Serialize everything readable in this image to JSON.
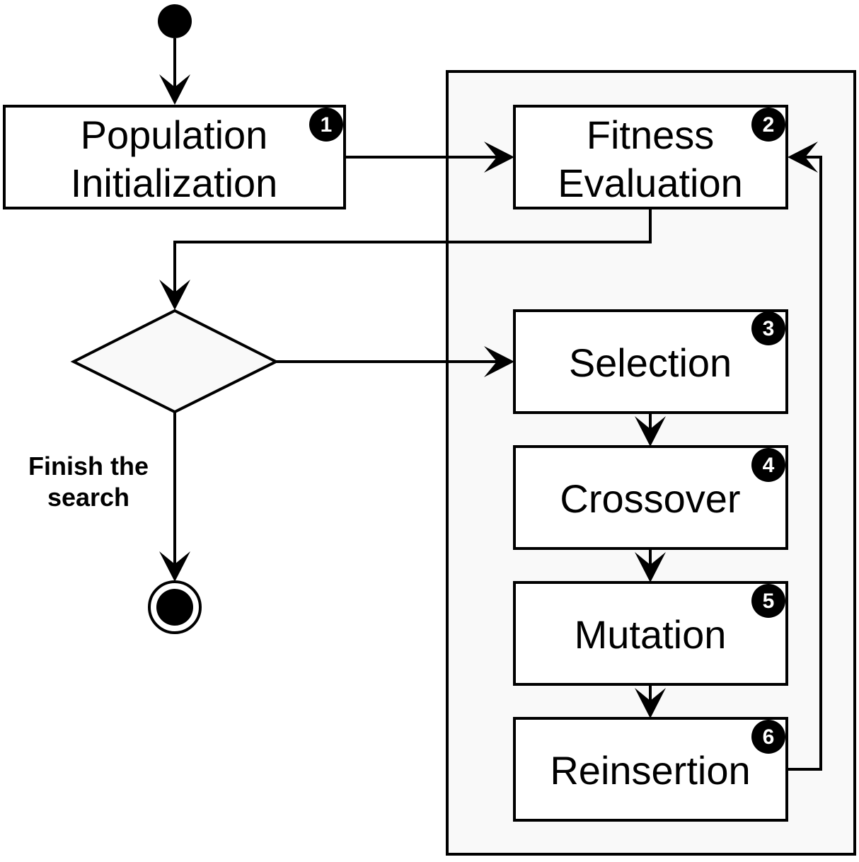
{
  "colors": {
    "stroke": "#000000",
    "node_fill": "#ffffff",
    "container_fill": "#f9f9f9",
    "decision_fill": "#f9f9f9",
    "badge_fill": "#000000",
    "badge_text": "#ffffff"
  },
  "nodes": {
    "population_initialization": {
      "line1": "Population",
      "line2": "Initialization",
      "badge": "1"
    },
    "fitness_evaluation": {
      "line1": "Fitness",
      "line2": "Evaluation",
      "badge": "2"
    },
    "selection": {
      "label": "Selection",
      "badge": "3"
    },
    "crossover": {
      "label": "Crossover",
      "badge": "4"
    },
    "mutation": {
      "label": "Mutation",
      "badge": "5"
    },
    "reinsertion": {
      "label": "Reinsertion",
      "badge": "6"
    }
  },
  "edge_labels": {
    "finish_line1": "Finish the",
    "finish_line2": "search"
  }
}
